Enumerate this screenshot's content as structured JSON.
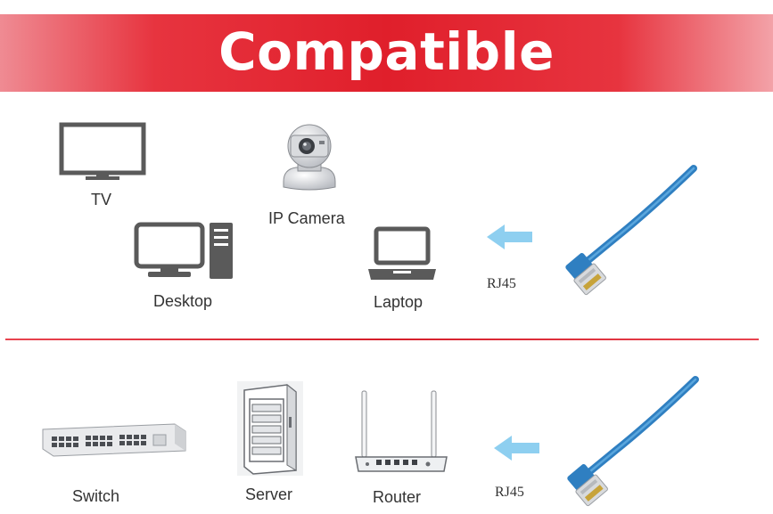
{
  "banner": {
    "title": "Compatible"
  },
  "top_section": {
    "devices": [
      {
        "label": "TV",
        "icon": "tv-icon"
      },
      {
        "label": "IP Camera",
        "icon": "ip-camera-icon"
      },
      {
        "label": "Desktop",
        "icon": "desktop-icon"
      },
      {
        "label": "Laptop",
        "icon": "laptop-icon"
      }
    ],
    "connector_label": "RJ45"
  },
  "bottom_section": {
    "devices": [
      {
        "label": "Switch",
        "icon": "switch-icon"
      },
      {
        "label": "Server",
        "icon": "server-icon"
      },
      {
        "label": "Router",
        "icon": "router-icon"
      }
    ],
    "connector_label": "RJ45"
  },
  "colors": {
    "banner_red": "#e01f2b",
    "divider_red": "#d51e2a",
    "icon_gray": "#5a5a5a",
    "arrow_blue": "#8ecff0",
    "cable_blue": "#2f7fc1"
  }
}
